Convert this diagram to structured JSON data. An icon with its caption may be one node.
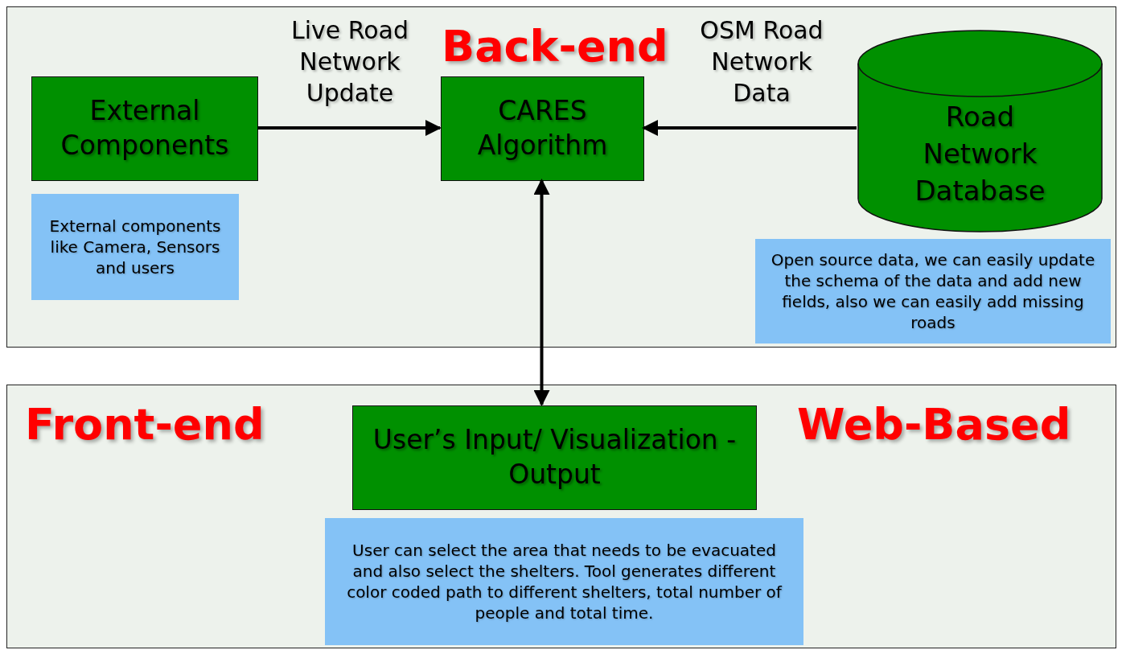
{
  "diagram": {
    "nodes": [
      {
        "text": [
          "Back-end"
        ]
      },
      {
        "text": [
          "External Components"
        ],
        "in": 0
      },
      {
        "text": [
          "External components like Camera, Sensors and users"
        ],
        "in": 0
      },
      {
        "text": [
          "CARES Algorithm"
        ],
        "in": 0
      },
      {
        "text": [
          "Road Network Database"
        ],
        "in": 0
      },
      {
        "text": [
          "Open source data, we can easily update the schema of the data and add new fields, also we can easily add missing roads"
        ],
        "in": 0
      },
      {
        "text": [
          "Front-end",
          "Web-Based"
        ]
      },
      {
        "text": [
          "User’s Input/ Visualization - Output"
        ],
        "in": 6
      },
      {
        "text": [
          "User can select the area that needs to be evacuated and also select the shelters. Tool generates different color coded path to different shelters, total number of people and total time."
        ],
        "in": 6
      }
    ],
    "edges": [
      {
        "from": 1,
        "to": 3,
        "arrow": "to",
        "label": "Live Road Network Update"
      },
      {
        "from": 4,
        "to": 3,
        "arrow": "to",
        "label": "OSM Road Network Data"
      },
      {
        "from": 3,
        "to": 7,
        "arrow": "both"
      }
    ]
  }
}
